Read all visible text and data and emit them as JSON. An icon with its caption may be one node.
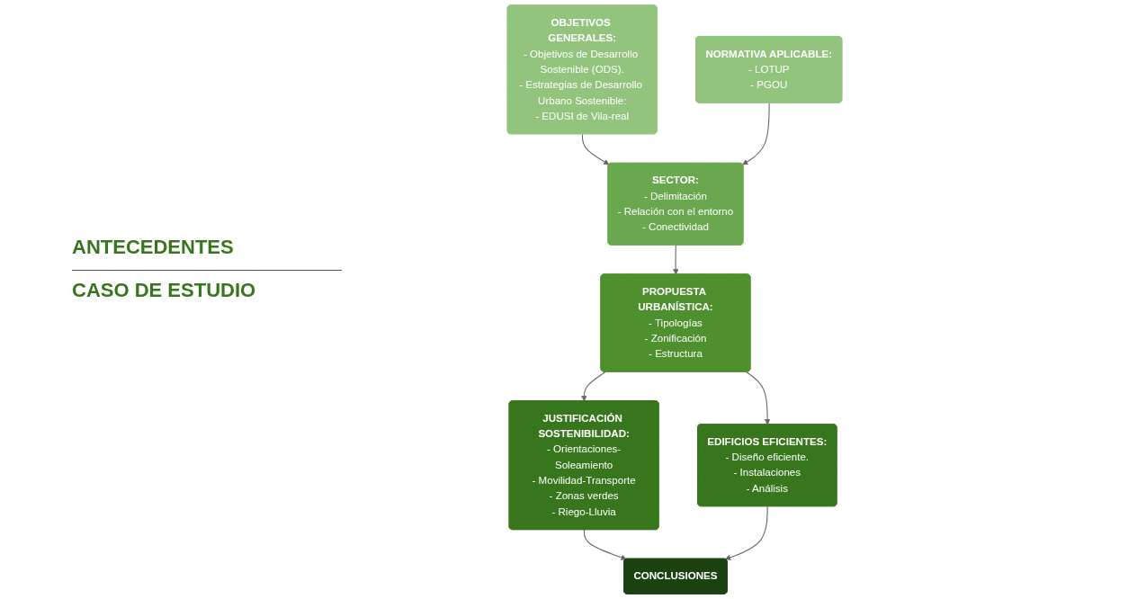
{
  "diagram": {
    "nodes": [
      {
        "text": [
          "OBJETIVOS GENERALES:",
          "- Objetivos de Desarrollo Sostenible (ODS).",
          "- Estrategias de Desarrollo Urbano Sostenible:",
          "- EDUSI de Vila-real"
        ]
      },
      {
        "text": [
          "SECTOR:",
          "- Delimitación",
          "- Relación con el entorno",
          "- Conectividad"
        ]
      },
      {
        "text": [
          "NORMATIVA APLICABLE:",
          "- LOTUP",
          "- PGOU"
        ]
      },
      {
        "text": [
          "PROPUESTA URBANÍSTICA:",
          "- Tipologías",
          "- Zonificación",
          "- Estructura"
        ]
      },
      {
        "text": [
          "JUSTIFICACIÓN SOSTENIBILIDAD:",
          "- Orientaciones-Soleamiento",
          "- Movilidad-Transporte",
          "- Zonas verdes",
          "- Riego-Lluvia"
        ]
      },
      {
        "text": [
          "EDIFICIOS EFICIENTES:",
          "- Diseño eficiente.",
          "- Instalaciones",
          "- Análisis"
        ]
      },
      {
        "text": [
          "CONCLUSIONES"
        ]
      }
    ],
    "edges": [
      {
        "from": 0,
        "to": 1,
        "arrow": "to"
      },
      {
        "from": 2,
        "to": 1,
        "arrow": "to"
      },
      {
        "from": 1,
        "to": 3,
        "arrow": "to"
      },
      {
        "from": 3,
        "to": 4,
        "arrow": "to"
      },
      {
        "from": 3,
        "to": 5,
        "arrow": "to"
      },
      {
        "from": 4,
        "to": 6,
        "arrow": "to"
      },
      {
        "from": 5,
        "to": 6,
        "arrow": "to"
      }
    ],
    "labels": [
      "ANTECEDENTES",
      "CASO DE ESTUDIO"
    ]
  }
}
